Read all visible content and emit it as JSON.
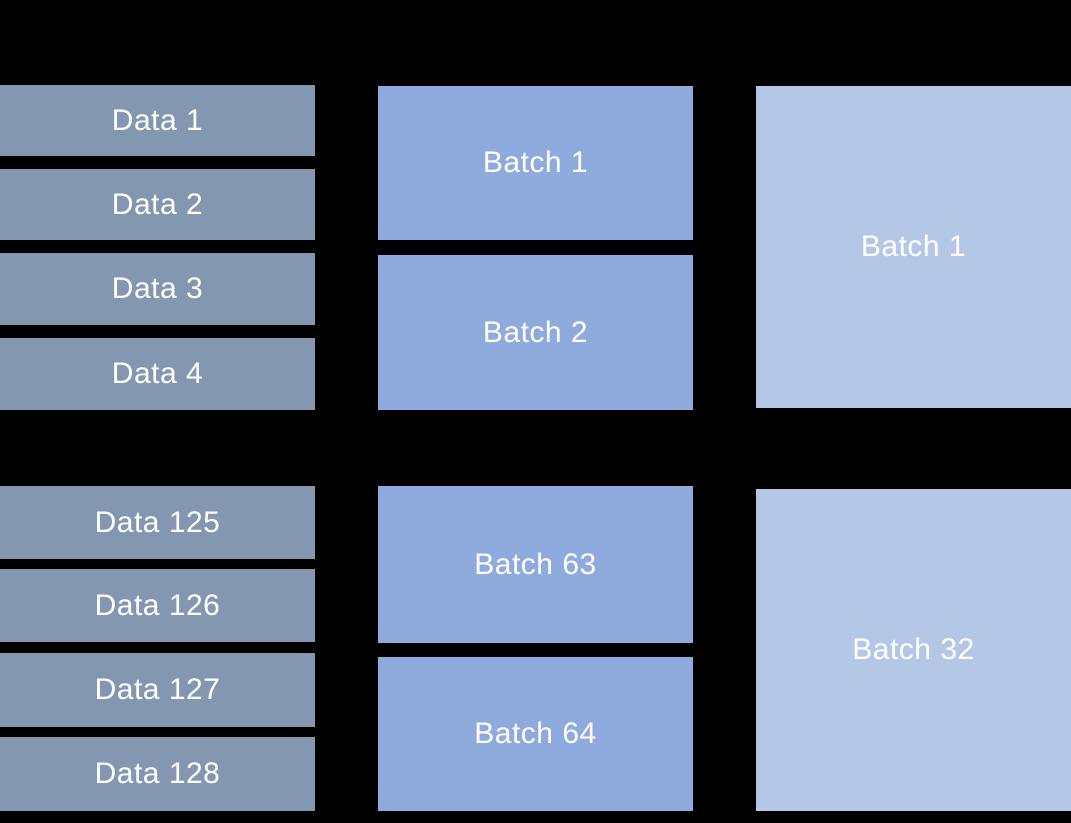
{
  "diagram": {
    "colors": {
      "background": "#000000",
      "data_box": "#8497B0",
      "batch_box": "#8FAADC",
      "merged_batch_box": "#B4C7E7",
      "label_text": "#FFFFFF"
    },
    "top_group": {
      "data_items": [
        "Data 1",
        "Data 2",
        "Data 3",
        "Data 4"
      ],
      "batch_items": [
        "Batch 1",
        "Batch 2"
      ],
      "merged_batch": "Batch 1"
    },
    "bottom_group": {
      "data_items": [
        "Data 125",
        "Data 126",
        "Data 127",
        "Data 128"
      ],
      "batch_items": [
        "Batch 63",
        "Batch 64"
      ],
      "merged_batch": "Batch 32"
    }
  }
}
